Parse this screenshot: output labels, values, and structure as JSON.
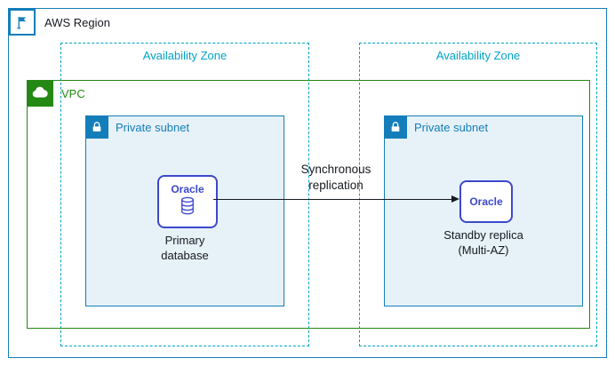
{
  "region": {
    "label": "AWS Region"
  },
  "zones": [
    {
      "label": "Availability Zone"
    },
    {
      "label": "Availability Zone"
    }
  ],
  "vpc": {
    "label": "VPC"
  },
  "subnets": [
    {
      "label": "Private subnet",
      "node_brand": "Oracle",
      "caption": "Primary\ndatabase"
    },
    {
      "label": "Private subnet",
      "node_brand": "Oracle",
      "caption": "Standby replica\n(Multi-AZ)"
    }
  ],
  "arrow": {
    "label": "Synchronous\nreplication"
  },
  "icons": {
    "region": "flag-icon",
    "vpc": "cloud-icon",
    "subnet": "lock-icon",
    "database": "database-cylinder-icon"
  },
  "colors": {
    "region_border": "#147EBA",
    "availability_zone": "#00A4C8",
    "vpc_green": "#248814",
    "subnet_blue": "#147EBA",
    "subnet_fill": "#E6F2F8",
    "oracle_blue": "#3B48CC",
    "text_dark": "#16191F"
  }
}
